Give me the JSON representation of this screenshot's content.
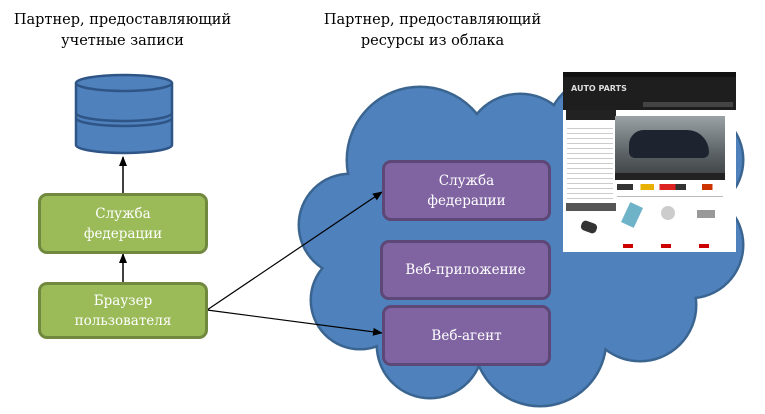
{
  "left_title": [
    "Партнер, предоставляющий",
    "учетные записи"
  ],
  "right_title": [
    "Партнер, предоставляющий",
    "ресурсы из облака"
  ],
  "left": {
    "federation": [
      "Служба",
      "федерации"
    ],
    "browser": [
      "Браузер",
      "пользователя"
    ]
  },
  "cloud": {
    "federation": [
      "Служба",
      "федерации"
    ],
    "web_app": "Веб-приложение",
    "web_agent": "Веб-агент"
  },
  "screenshot": {
    "logo": "AUTO PARTS"
  },
  "colors": {
    "database": "#4f81bd",
    "cloud": "#4f81bd",
    "green": "#9bbb59",
    "purple": "#8064a2"
  }
}
